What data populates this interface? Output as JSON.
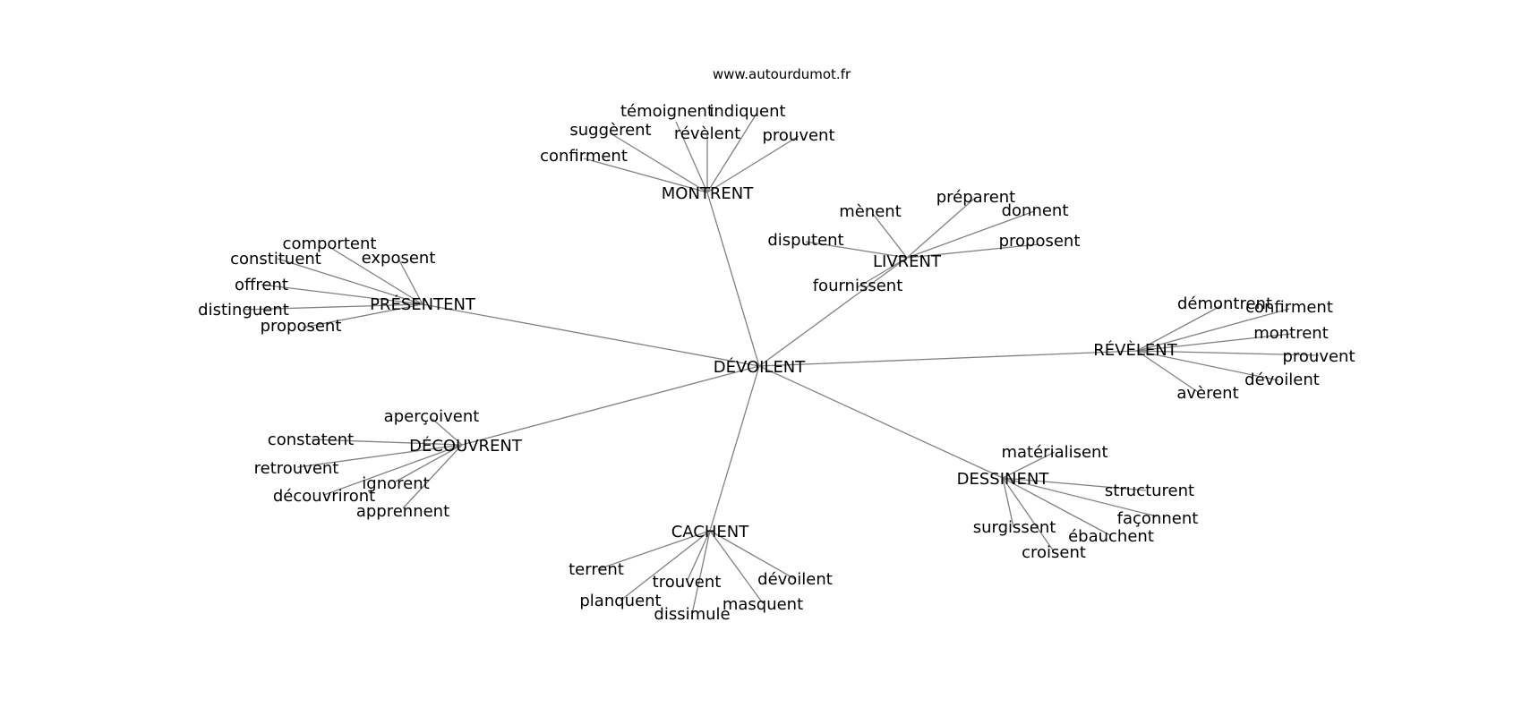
{
  "watermark": "www.autourdumot.fr",
  "colors": {
    "edge": "#808080",
    "text": "#000000",
    "background": "#ffffff"
  },
  "center": "DÉVOILENT",
  "clusters": [
    {
      "hub": "MONTRENT",
      "leaves": [
        "témoignent",
        "indiquent",
        "suggèrent",
        "révèlent",
        "prouvent",
        "confirment"
      ]
    },
    {
      "hub": "LIVRENT",
      "leaves": [
        "mènent",
        "préparent",
        "donnent",
        "disputent",
        "proposent",
        "fournissent"
      ]
    },
    {
      "hub": "PRÉSENTENT",
      "leaves": [
        "comportent",
        "constituent",
        "exposent",
        "offrent",
        "distinguent",
        "proposent"
      ]
    },
    {
      "hub": "RÉVÈLENT",
      "leaves": [
        "démontrent",
        "confirment",
        "montrent",
        "prouvent",
        "dévoilent",
        "avèrent"
      ]
    },
    {
      "hub": "DÉCOUVRENT",
      "leaves": [
        "aperçoivent",
        "constatent",
        "retrouvent",
        "ignorent",
        "découvriront",
        "apprennent"
      ]
    },
    {
      "hub": "DESSINENT",
      "leaves": [
        "matérialisent",
        "structurent",
        "façonnent",
        "surgissent",
        "ébauchent",
        "croisent"
      ]
    },
    {
      "hub": "CACHENT",
      "leaves": [
        "terrent",
        "trouvent",
        "dévoilent",
        "planquent",
        "dissimule",
        "masquent"
      ]
    }
  ]
}
